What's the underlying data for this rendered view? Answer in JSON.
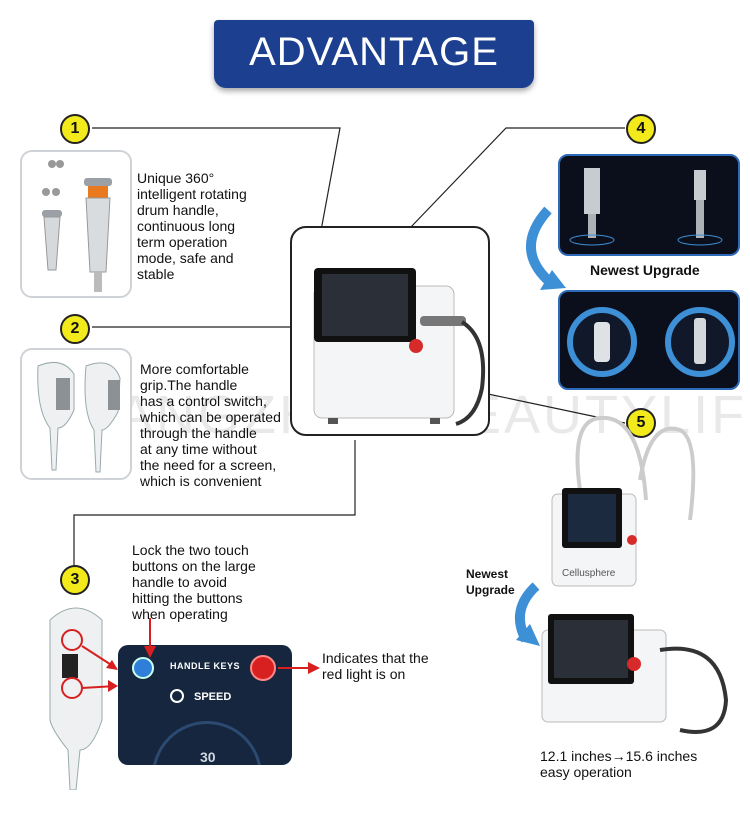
{
  "header": {
    "title": "ADVANTAGE"
  },
  "watermark": "GUANGZHOU BEAUTYLIFE",
  "features": [
    {
      "num": "1",
      "text": "Unique 360°\nintelligent rotating\ndrum handle,\ncontinuous long\nterm operation\nmode, safe and\nstable"
    },
    {
      "num": "2",
      "text": "More comfortable\ngrip.The handle\nhas a control switch,\nwhich can be operated\nthrough the handle\nat any time without\nthe need for a screen,\nwhich is convenient"
    },
    {
      "num": "3",
      "text": "Lock the two touch\nbuttons on the large\nhandle to avoid\nhitting the buttons\nwhen operating"
    },
    {
      "num": "4",
      "label": "Newest Upgrade"
    },
    {
      "num": "5",
      "label": "Newest\nUpgrade",
      "caption": "12.1 inches→15.6 inches\neasy operation"
    }
  ],
  "control_panel": {
    "title": "HANDLE KEYS",
    "speed": "SPEED",
    "number": "30",
    "red_light_note": "Indicates that the\nred light is on"
  },
  "device_label": "Cellusphere",
  "colors": {
    "banner": "#1c3f8f",
    "badge": "#f3ea1c",
    "arrow": "#3d8fd6",
    "panel": "#15263e"
  }
}
